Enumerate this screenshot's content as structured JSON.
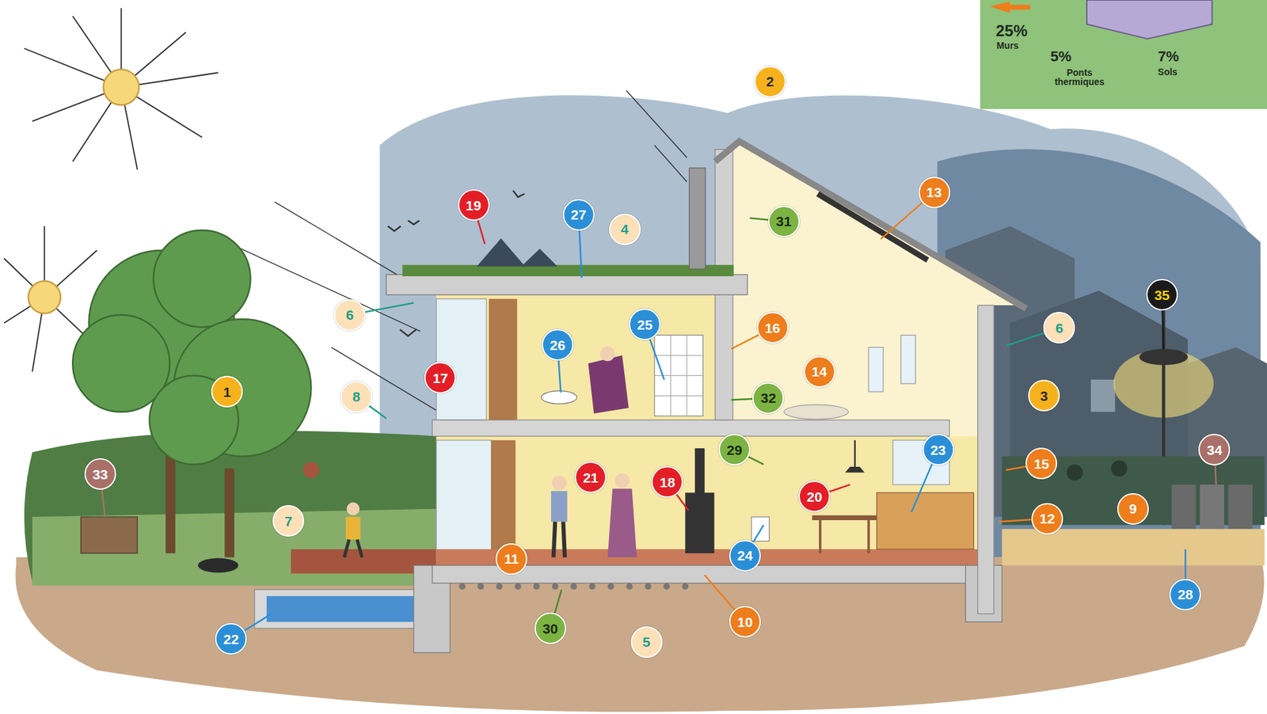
{
  "diagram": {
    "labels": [
      "25%",
      "Murs",
      "5%",
      "Ponts thermiques",
      "7%",
      "Sols",
      "1",
      "2",
      "3",
      "4",
      "5",
      "6",
      "6",
      "7",
      "8",
      "9",
      "10",
      "11",
      "12",
      "13",
      "14",
      "15",
      "16",
      "17",
      "18",
      "19",
      "20",
      "21",
      "22",
      "23",
      "24",
      "25",
      "26",
      "27",
      "28",
      "29",
      "30",
      "31",
      "32",
      "33",
      "34",
      "35"
    ]
  }
}
